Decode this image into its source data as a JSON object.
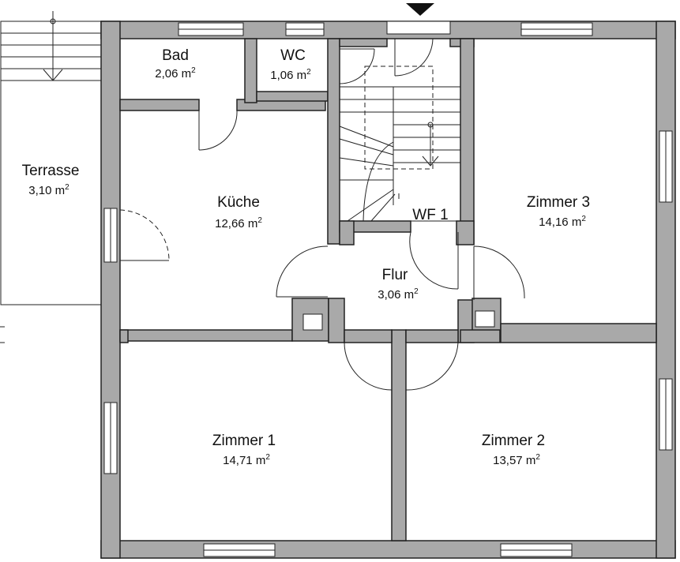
{
  "rooms": {
    "bad": {
      "name": "Bad",
      "area": "2,06 m",
      "sup": "2"
    },
    "wc": {
      "name": "WC",
      "area": "1,06 m",
      "sup": "2"
    },
    "terrasse": {
      "name": "Terrasse",
      "area": "3,10 m",
      "sup": "2"
    },
    "kueche": {
      "name": "Küche",
      "area": "12,66 m",
      "sup": "2"
    },
    "zimmer3": {
      "name": "Zimmer 3",
      "area": "14,16 m",
      "sup": "2"
    },
    "flur": {
      "name": "Flur",
      "area": "3,06 m",
      "sup": "2"
    },
    "zimmer1": {
      "name": "Zimmer 1",
      "area": "14,71 m",
      "sup": "2"
    },
    "zimmer2": {
      "name": "Zimmer 2",
      "area": "13,57 m",
      "sup": "2"
    }
  },
  "labels": {
    "wf": "WF 1"
  },
  "colors": {
    "wall": "#a9a9a9",
    "line": "#222222",
    "background": "#ffffff"
  }
}
